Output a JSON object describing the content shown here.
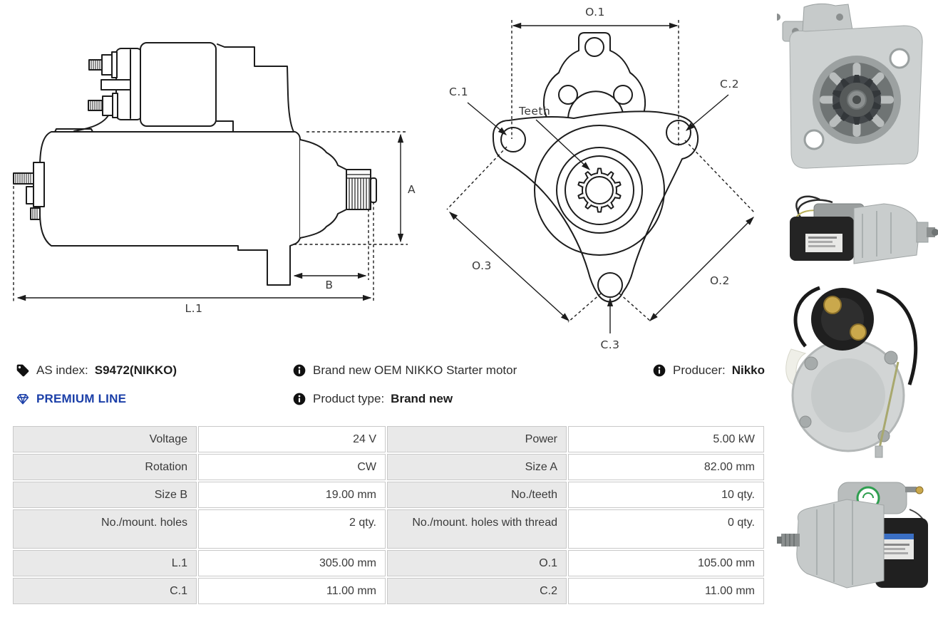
{
  "product": {
    "as_index_label": "AS index:",
    "as_index_value": "S9472(NIKKO)",
    "premium_line": "PREMIUM LINE",
    "description": "Brand new OEM NIKKO Starter motor",
    "product_type_label": "Product type:",
    "product_type_value": "Brand new",
    "producer_label": "Producer:",
    "producer_value": "Nikko"
  },
  "diagram_side": {
    "labels": {
      "a": "A",
      "b": "B",
      "l1": "L.1"
    }
  },
  "diagram_front": {
    "labels": {
      "o1": "O.1",
      "o2": "O.2",
      "o3": "O.3",
      "c1": "C.1",
      "c2": "C.2",
      "c3": "C.3",
      "teeth": "Teeth"
    }
  },
  "spec_table": {
    "rows": [
      {
        "l1": "Voltage",
        "v1": "24 V",
        "l2": "Power",
        "v2": "5.00 kW"
      },
      {
        "l1": "Rotation",
        "v1": "CW",
        "l2": "Size A",
        "v2": "82.00 mm"
      },
      {
        "l1": "Size B",
        "v1": "19.00 mm",
        "l2": "No./teeth",
        "v2": "10 qty."
      },
      {
        "l1": "No./mount. holes",
        "v1": "2 qty.",
        "l2": "No./mount. holes with thread",
        "v2": "0 qty."
      },
      {
        "l1": "L.1",
        "v1": "305.00 mm",
        "l2": "O.1",
        "v2": "105.00 mm"
      },
      {
        "l1": "C.1",
        "v1": "11.00 mm",
        "l2": "C.2",
        "v2": "11.00 mm"
      }
    ]
  },
  "photos": {
    "p1": "starter motor front view photo",
    "p2": "starter motor side view photo",
    "p3": "starter motor rear view photo",
    "p4": "starter motor angled view photo"
  },
  "colors": {
    "accent_blue": "#1b3fa8",
    "drawing_line": "#1c1c1c",
    "table_label_bg": "#e9e9e9",
    "table_border": "#c9c9c9"
  }
}
